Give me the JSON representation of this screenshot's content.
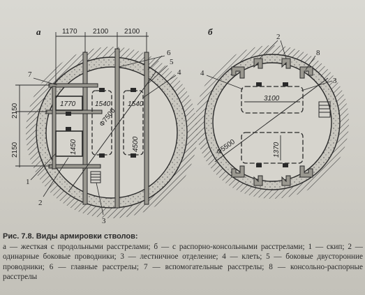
{
  "figure": {
    "a": {
      "label": "а",
      "dim_top": [
        "1170",
        "2100",
        "2100"
      ],
      "dim_left": [
        "2150",
        "2150"
      ],
      "diameter": "Ф7500",
      "skip_w": "1770",
      "skip_h": "1450",
      "guide_1": "1540",
      "guide_2": "1540",
      "cage_h": "4500",
      "callouts": [
        "7",
        "6",
        "5",
        "4",
        "1",
        "2",
        "3"
      ]
    },
    "b": {
      "label": "б",
      "diameter": "Ф5500",
      "width": "3100",
      "height": "1370",
      "callouts": [
        "2",
        "8",
        "4",
        "3"
      ]
    }
  },
  "caption": {
    "title": "Рис. 7.8. Виды армировки стволов:",
    "body": "а — жесткая с продольными расстрелами; б — с распорно-консольными расстрелами; 1 — скип; 2 — одинарные боковые проводники; 3 — лестничное отделение; 4 — клеть; 5 — боковые двусторонние проводники; 6 — главные расстрелы; 7 — вспомогательные расстрелы; 8 — консольно-распорные расстрелы"
  }
}
